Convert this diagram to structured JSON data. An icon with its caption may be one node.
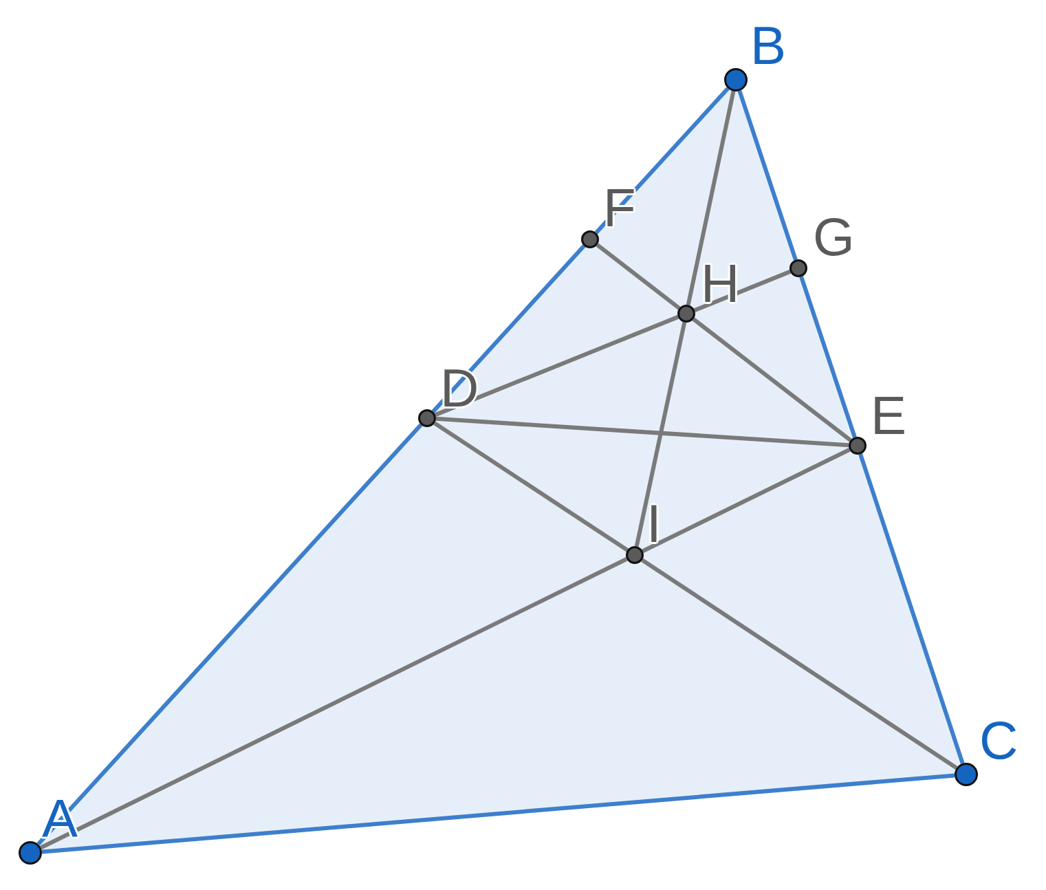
{
  "diagram": {
    "nodes": [
      {
        "text": [
          "B"
        ]
      },
      {
        "text": [
          "F"
        ]
      },
      {
        "text": [
          "G"
        ]
      },
      {
        "text": [
          "H"
        ]
      },
      {
        "text": [
          "D"
        ]
      },
      {
        "text": [
          "E"
        ]
      },
      {
        "text": [
          "I"
        ]
      },
      {
        "text": [
          "C"
        ]
      },
      {
        "text": [
          "A"
        ]
      }
    ],
    "edges": [
      {
        "from": 8,
        "to": 4,
        "arrow": "none",
        "color": "#3d7fcc"
      },
      {
        "from": 4,
        "to": 1,
        "arrow": "none",
        "color": "#3d7fcc"
      },
      {
        "from": 1,
        "to": 0,
        "arrow": "none",
        "color": "#3d7fcc"
      },
      {
        "from": 0,
        "to": 2,
        "arrow": "none",
        "color": "#3d7fcc"
      },
      {
        "from": 2,
        "to": 5,
        "arrow": "none",
        "color": "#3d7fcc"
      },
      {
        "from": 5,
        "to": 7,
        "arrow": "none",
        "color": "#3d7fcc"
      },
      {
        "from": 7,
        "to": 8,
        "arrow": "none",
        "color": "#3d7fcc"
      },
      {
        "from": 1,
        "to": 3,
        "arrow": "none"
      },
      {
        "from": 3,
        "to": 5,
        "arrow": "none"
      },
      {
        "from": 4,
        "to": 3,
        "arrow": "none"
      },
      {
        "from": 3,
        "to": 2,
        "arrow": "none"
      },
      {
        "from": 0,
        "to": 3,
        "arrow": "none"
      },
      {
        "from": 3,
        "to": 6,
        "arrow": "none"
      },
      {
        "from": 4,
        "to": 5,
        "arrow": "none"
      },
      {
        "from": 4,
        "to": 6,
        "arrow": "none"
      },
      {
        "from": 6,
        "to": 7,
        "arrow": "none"
      },
      {
        "from": 8,
        "to": 6,
        "arrow": "none"
      },
      {
        "from": 6,
        "to": 5,
        "arrow": "none"
      }
    ]
  }
}
